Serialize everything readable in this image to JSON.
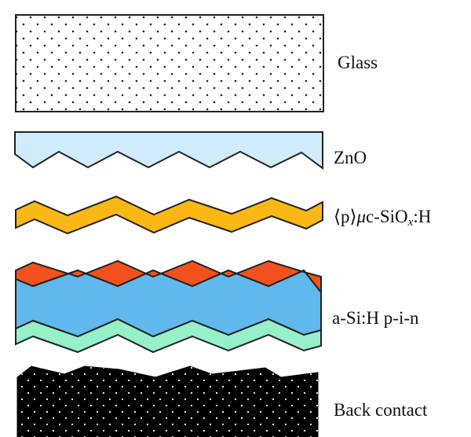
{
  "layers": [
    {
      "id": "glass",
      "label": "Glass",
      "fill": "#ffffff",
      "dots": "#222222"
    },
    {
      "id": "zno",
      "label": "ZnO",
      "fill": "#d0ebfb"
    },
    {
      "id": "p-layer",
      "label_parts": {
        "open": "⟨p⟩",
        "mu": "μ",
        "main": "c-SiO",
        "sub": "x",
        "tail": ":H"
      },
      "fill": "#fbb814"
    },
    {
      "id": "pin",
      "label": "a-Si:H p-i-n",
      "colors": {
        "p": "#f4511e",
        "i": "#60b8ec",
        "n": "#96f0c8"
      }
    },
    {
      "id": "back-contact",
      "label": "Back contact",
      "fill": "#000000",
      "dots": "#ffffff"
    }
  ],
  "stroke_color": "#222222"
}
